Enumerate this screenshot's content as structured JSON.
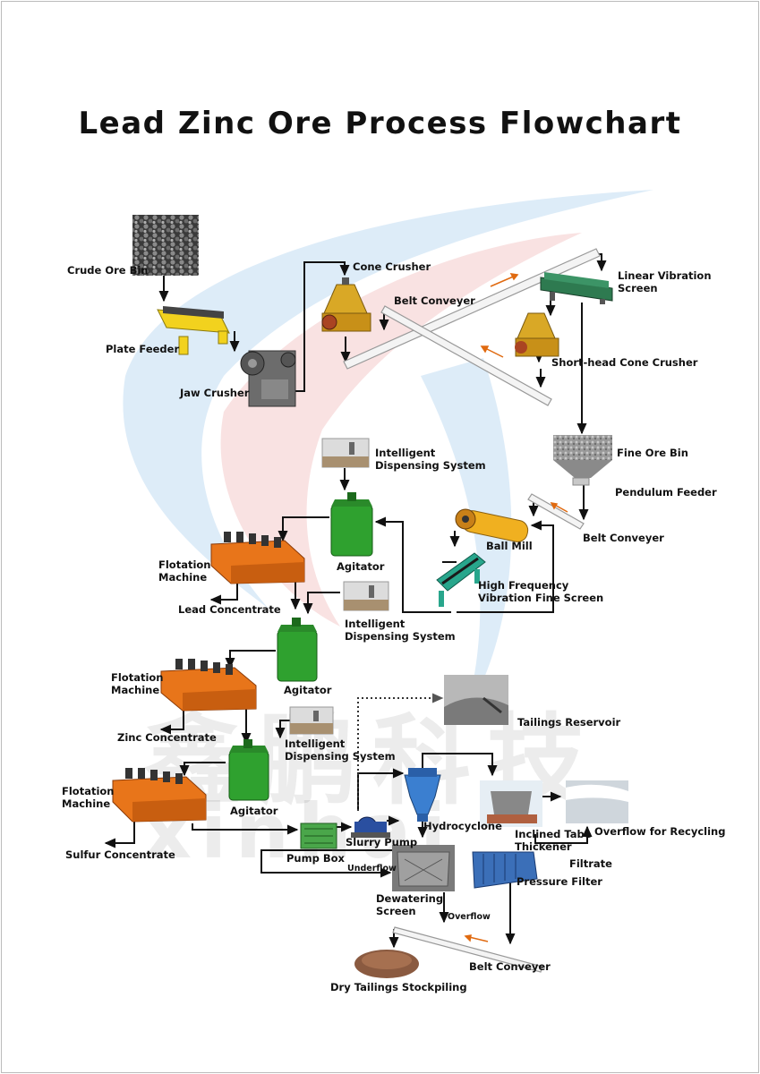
{
  "title": "Lead Zinc Ore Process Flowchart",
  "colors": {
    "flotation": "#e8751a",
    "agitator": "#2fa12f",
    "screen": "#28a68c",
    "feeder": "#f2d21e",
    "crusher": "#d9a826",
    "pump": "#2a4fa0",
    "hydrocyclone": "#3b7fd0",
    "arrow": "#111111",
    "arrow_dotted": "#333333",
    "conveyor_arrow": "#e06a10",
    "bg_blue": "#cfe4f5",
    "bg_red": "#f7d6d6"
  },
  "labels": {
    "crude_ore_bin": "Crude Ore Bin",
    "plate_feeder": "Plate Feeder",
    "jaw_crusher": "Jaw Crusher",
    "cone_crusher": "Cone Crusher",
    "belt_conveyer_top": "Belt Conveyer",
    "linear_vibration_screen": "Linear Vibration\nScreen",
    "short_head_cone_crusher": "Short-head Cone Crusher",
    "fine_ore_bin": "Fine Ore Bin",
    "pendulum_feeder": "Pendulum Feeder",
    "belt_conveyer_mid": "Belt Conveyer",
    "ball_mill": "Ball Mill",
    "high_frequency_screen": "High Frequency\nVibration Fine Screen",
    "intelligent_dispensing_1": "Intelligent\nDispensing System",
    "agitator_1": "Agitator",
    "flotation_machine_1": "Flotation\nMachine",
    "lead_concentrate": "Lead Concentrate",
    "intelligent_dispensing_2": "Intelligent\nDispensing System",
    "agitator_2": "Agitator",
    "flotation_machine_2": "Flotation\nMachine",
    "zinc_concentrate": "Zinc Concentrate",
    "intelligent_dispensing_3": "Intelligent\nDispensing System",
    "agitator_3": "Agitator",
    "flotation_machine_3": "Flotation\nMachine",
    "sulfur_concentrate": "Sulfur Concentrate",
    "tailings_reservoir": "Tailings Reservoir",
    "hydrocyclone": "Hydrocyclone",
    "inclined_tube_thickener": "Inclined Tabe\nThickener",
    "overflow_for_recycling": "Overflow for Recycling",
    "pump_box": "Pump Box",
    "slurry_pump": "Slurry Pump",
    "underflow": "Underflow",
    "filtrate": "Filtrate",
    "pressure_filter": "Pressure Filter",
    "dewatering_screen": "Dewatering\nScreen",
    "overflow": "Overflow",
    "belt_conveyer_bottom": "Belt Conveyer",
    "dry_tailings_stockpiling": "Dry Tailings Stockpiling"
  },
  "watermark": {
    "chinese": "鑫鹏科技",
    "latin": "xinhai"
  }
}
